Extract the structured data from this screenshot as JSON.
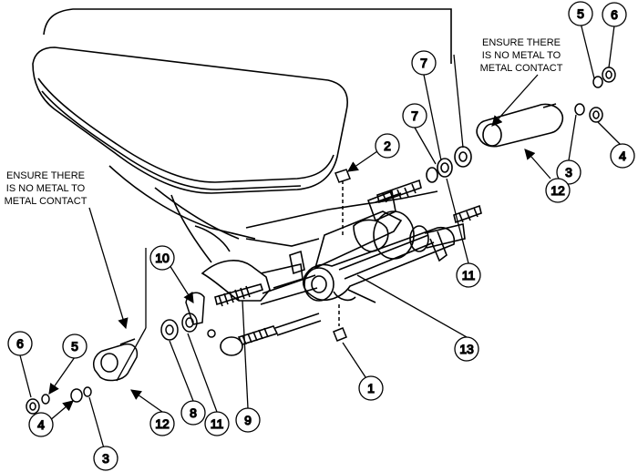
{
  "notes": {
    "left": [
      "ENSURE THERE",
      "IS NO METAL TO",
      "METAL CONTACT"
    ],
    "right": [
      "ENSURE THERE",
      "IS NO METAL TO",
      "METAL CONTACT"
    ]
  },
  "callouts": [
    "1",
    "2",
    "3",
    "3",
    "4",
    "4",
    "5",
    "5",
    "6",
    "6",
    "7",
    "7",
    "8",
    "9",
    "10",
    "11",
    "11",
    "12",
    "12",
    "13"
  ]
}
